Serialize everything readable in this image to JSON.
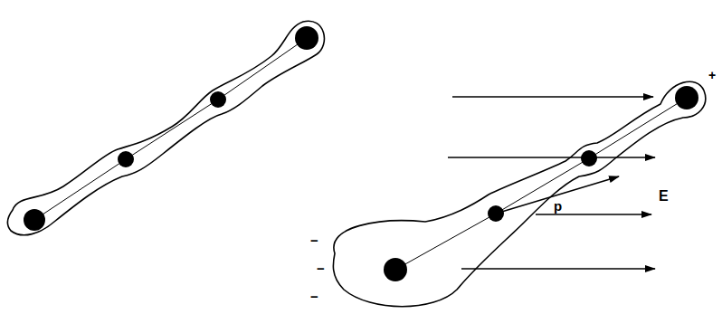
{
  "diagram": {
    "labels": [
      "+",
      "−",
      "−",
      "−",
      "p",
      "E"
    ]
  }
}
